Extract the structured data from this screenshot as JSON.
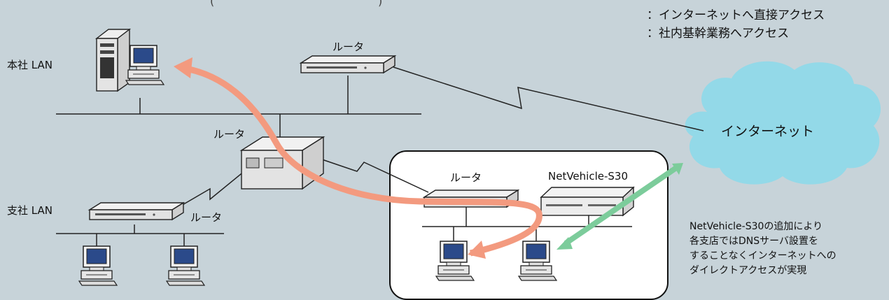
{
  "header_partial": "〜〜〜〜〜〜〜",
  "legend": {
    "line1": "：インターネットへ直接アクセス",
    "line2": "：社内基幹業務へアクセス"
  },
  "labels": {
    "hq_lan": "本社 LAN",
    "branch_lan": "支社 LAN",
    "router_top": "ルータ",
    "router_center": "ルータ",
    "router_branch": "ルータ",
    "router_shop": "ルータ",
    "netvehicle": "NetVehicle-S30",
    "internet": "インターネット"
  },
  "note": {
    "line1": "NetVehicle-S30の追加により",
    "line2": "各支店ではDNSサーバ設置を",
    "line3": "することなくインターネットへの",
    "line4": "ダイレクトアクセスが実現"
  },
  "colors": {
    "background": "#c7d3d9",
    "internet_access_arrow": "#7ccc9b",
    "core_access_arrow": "#f39a7f",
    "cloud": "#93d9e8"
  }
}
